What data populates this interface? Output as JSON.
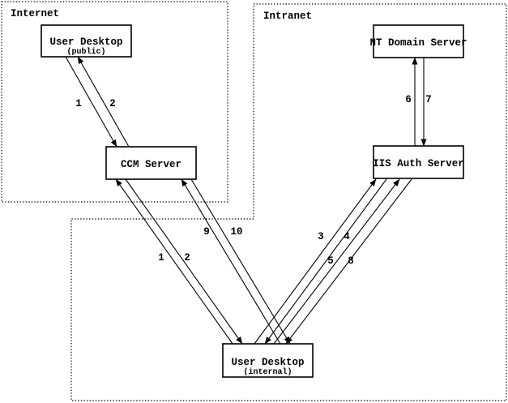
{
  "colors": {
    "ink": "#000000",
    "background": "#ffffff"
  },
  "diagram": {
    "zones": {
      "internet": {
        "label": "Internet"
      },
      "intranet": {
        "label": "Intranet"
      }
    },
    "nodes": {
      "user_desktop_public": {
        "title": "User Desktop",
        "subtitle": "(public)"
      },
      "ccm_server": {
        "title": "CCM Server"
      },
      "nt_domain_server": {
        "title": "NT Domain Server"
      },
      "iis_auth_server": {
        "title": "IIS Auth Server"
      },
      "user_desktop_internal": {
        "title": "User Desktop",
        "subtitle": "(internal)"
      }
    },
    "flows": {
      "public_desktop_ccm": {
        "labels": [
          "1",
          "2"
        ]
      },
      "internal_desktop_ccm": {
        "labels": [
          "1",
          "2"
        ]
      },
      "ccm_internal_desktop": {
        "labels": [
          "9",
          "10"
        ]
      },
      "internal_desktop_iis_a": {
        "labels": [
          "3",
          "4"
        ]
      },
      "internal_desktop_iis_b": {
        "labels": [
          "5",
          "8"
        ]
      },
      "iis_nt_domain": {
        "labels": [
          "6",
          "7"
        ]
      }
    }
  }
}
